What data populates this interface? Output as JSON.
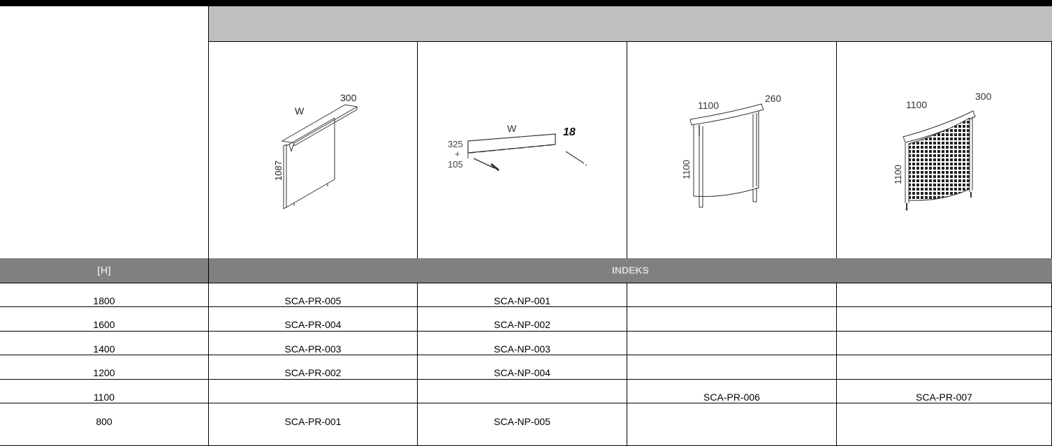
{
  "header": {
    "h_label": "[H]",
    "indeks_label": "INDEKS"
  },
  "products": [
    {
      "dims": {
        "w": "W",
        "d": "300",
        "h": "1087"
      }
    },
    {
      "dims": {
        "w": "W",
        "d": "18",
        "h_top": "325",
        "plus": "+",
        "h_bottom": "105"
      }
    },
    {
      "dims": {
        "w": "1100",
        "d": "260",
        "h": "1100"
      }
    },
    {
      "dims": {
        "w": "1100",
        "d": "300",
        "h": "1100"
      }
    }
  ],
  "table": {
    "rows": [
      {
        "h": "1800",
        "c1": "SCA-PR-005",
        "c2": "SCA-NP-001",
        "c3": "",
        "c4": ""
      },
      {
        "h": "1600",
        "c1": "SCA-PR-004",
        "c2": "SCA-NP-002",
        "c3": "",
        "c4": ""
      },
      {
        "h": "1400",
        "c1": "SCA-PR-003",
        "c2": "SCA-NP-003",
        "c3": "",
        "c4": ""
      },
      {
        "h": "1200",
        "c1": "SCA-PR-002",
        "c2": "SCA-NP-004",
        "c3": "",
        "c4": ""
      },
      {
        "h": "1100",
        "c1": "",
        "c2": "",
        "c3": "SCA-PR-006",
        "c4": "SCA-PR-007"
      },
      {
        "h": "800",
        "c1": "SCA-PR-001",
        "c2": "SCA-NP-005",
        "c3": "",
        "c4": ""
      }
    ]
  }
}
